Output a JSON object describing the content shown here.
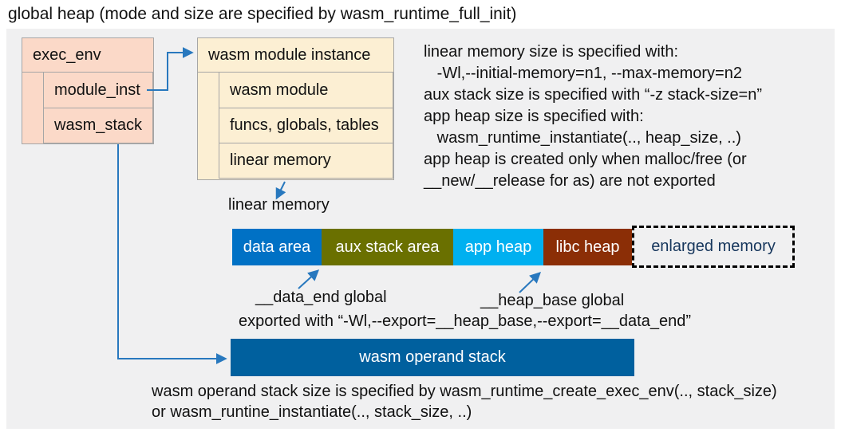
{
  "title": "global heap (mode and size are specified by wasm_runtime_full_init)",
  "exec_env_box": {
    "header": "exec_env",
    "rows": [
      "module_inst",
      "wasm_stack"
    ]
  },
  "module_instance_box": {
    "header": "wasm module instance",
    "rows": [
      "wasm module",
      "funcs, globals, tables",
      "linear memory"
    ]
  },
  "memory_notes": {
    "lines": [
      "linear memory size is specified with:",
      "   -Wl,--initial-memory=n1, --max-memory=n2",
      "aux stack size is specified with “-z stack-size=n”",
      "app heap size is specified with:",
      "   wasm_runtime_instantiate(.., heap_size, ..)",
      "app heap is created only when malloc/free (or",
      "__new/__release for as) are not exported"
    ]
  },
  "linear_memory": {
    "label": "linear memory",
    "segments": [
      {
        "name": "data-area",
        "label": "data area",
        "color": "#0071C5"
      },
      {
        "name": "aux-stack-area",
        "label": "aux stack area",
        "color": "#6A7000"
      },
      {
        "name": "app-heap",
        "label": "app heap",
        "color": "#00B0F0"
      },
      {
        "name": "libc-heap",
        "label": "libc heap",
        "color": "#8B2E06"
      }
    ],
    "enlarged": {
      "label": "enlarged memory",
      "text_color": "#16365C"
    }
  },
  "globals_annotation": {
    "data_end": "__data_end global",
    "heap_base": "__heap_base global",
    "exported": "exported with “-Wl,--export=__heap_base,--export=__data_end”"
  },
  "operand_stack": {
    "label": "wasm operand stack",
    "color": "#00609E",
    "notes": [
      "wasm operand stack size is specified by wasm_runtime_create_exec_env(.., stack_size)",
      "or wasm_runtine_instantiate(.., stack_size, ..)"
    ]
  },
  "colors": {
    "panel_bg": "#F0F0F1",
    "exec_env_fill": "#FBD9C8",
    "instance_fill": "#FCEFD3",
    "box_border": "#A6A6A6",
    "arrow_blue": "#2878BE",
    "text": "#111111"
  }
}
